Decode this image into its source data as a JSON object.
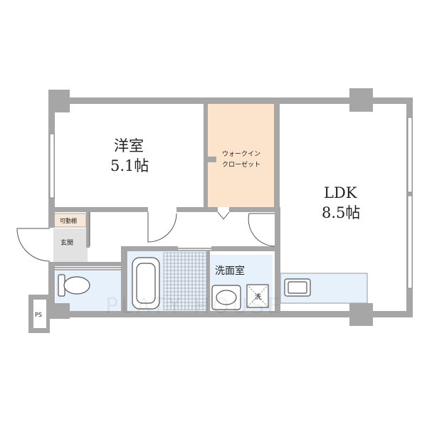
{
  "rooms": {
    "western_room": {
      "name": "洋室",
      "size": "5.1帖"
    },
    "walk_in_closet": {
      "line1": "ウォークイン",
      "line2": "クローゼット"
    },
    "ldk": {
      "name": "LDK",
      "size": "8.5帖"
    },
    "washroom": {
      "name": "洗面室"
    },
    "entrance": {
      "name": "玄関"
    },
    "movable_shelf": {
      "name": "可動棚"
    },
    "pipe_space": {
      "name": "PS"
    },
    "washer": {
      "name": "洗"
    }
  },
  "watermark": {
    "text": "PLATY HOUSE"
  },
  "colors": {
    "wall": "#a6a6a6",
    "closet_fill": "#fbe3cc",
    "wet_area_fill": "#e6f1fc",
    "entrance_fill": "#e2e2e2",
    "shelf_fill": "#f8e6d6",
    "line": "#555555"
  }
}
